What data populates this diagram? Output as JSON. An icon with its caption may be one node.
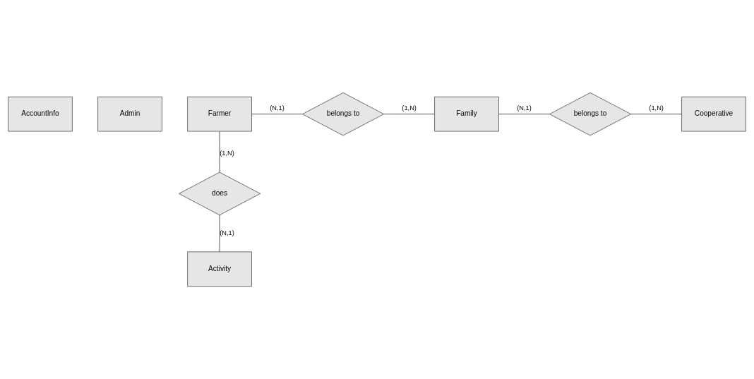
{
  "diagram": {
    "nodes": [
      {
        "text": [
          "AccountInfo"
        ]
      },
      {
        "text": [
          "Admin"
        ]
      },
      {
        "text": [
          "Farmer"
        ]
      },
      {
        "text": [
          "belongs to"
        ]
      },
      {
        "text": [
          "Family"
        ]
      },
      {
        "text": [
          "belongs to"
        ]
      },
      {
        "text": [
          "Cooperative"
        ]
      },
      {
        "text": [
          "does"
        ]
      },
      {
        "text": [
          "Activity"
        ]
      }
    ],
    "edges": [
      {
        "from": 2,
        "to": 3,
        "arrow": "none",
        "label": "(N,1)"
      },
      {
        "from": 3,
        "to": 4,
        "arrow": "none",
        "label": "(1,N)"
      },
      {
        "from": 4,
        "to": 5,
        "arrow": "none",
        "label": "(N,1)"
      },
      {
        "from": 5,
        "to": 6,
        "arrow": "none",
        "label": "(1,N)"
      },
      {
        "from": 2,
        "to": 7,
        "arrow": "none",
        "label": "(1,N)"
      },
      {
        "from": 7,
        "to": 8,
        "arrow": "none",
        "label": "(N,1)"
      }
    ]
  }
}
